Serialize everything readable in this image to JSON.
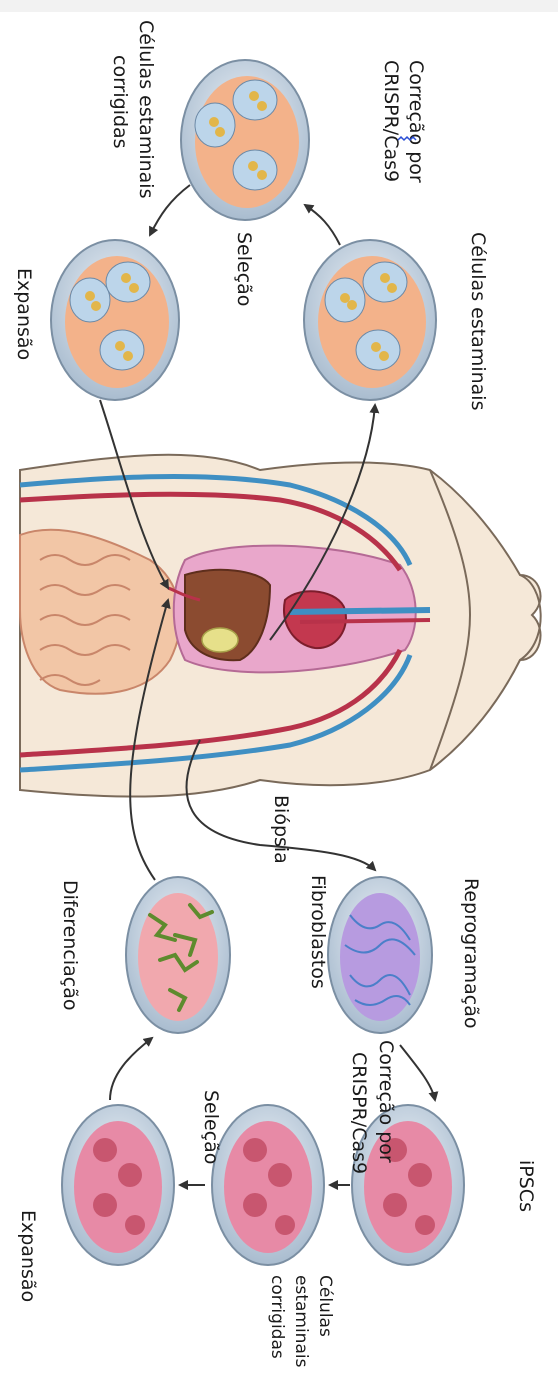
{
  "labels": {
    "top_correction_line1": "Correção por",
    "top_correction_line2": "CRISPR/Cas9",
    "top_corrected_line1": "Células estaminais",
    "top_corrected_line2": "corrigidas",
    "top_selection": "Seleção",
    "top_expansion": "Expansão",
    "top_stem_cells": "Células estaminais",
    "biopsy": "Biópsia",
    "fibroblasts": "Fibroblastos",
    "reprogramming": "Reprogramação",
    "bottom_correction_line1": "Correção por",
    "bottom_correction_line2": "CRISPR/Cas9",
    "differentiation": "Diferenciação",
    "bottom_selection": "Seleção",
    "ipscs": "iPSCs",
    "bottom_corrected_line1": "Células",
    "bottom_corrected_line2": "estaminais",
    "bottom_corrected_line3": "corrigidas",
    "bottom_expansion": "Expansão"
  },
  "colors": {
    "body_skin": "#f4e6d6",
    "body_outline": "#8a7a6a",
    "artery": "#b8324a",
    "vein": "#3f8fc3",
    "liver": "#8a4a2f",
    "intestine": "#f2c7a8",
    "lungs": "#e8a3c8",
    "heart": "#c2374e",
    "dish_rim": "#b9c9da",
    "dish_orange": "#f3b28a",
    "dish_pink": "#e27a9c",
    "dish_fibro": "#a88ad6",
    "cell_green": "#6a8d33",
    "arrow": "#333333"
  }
}
